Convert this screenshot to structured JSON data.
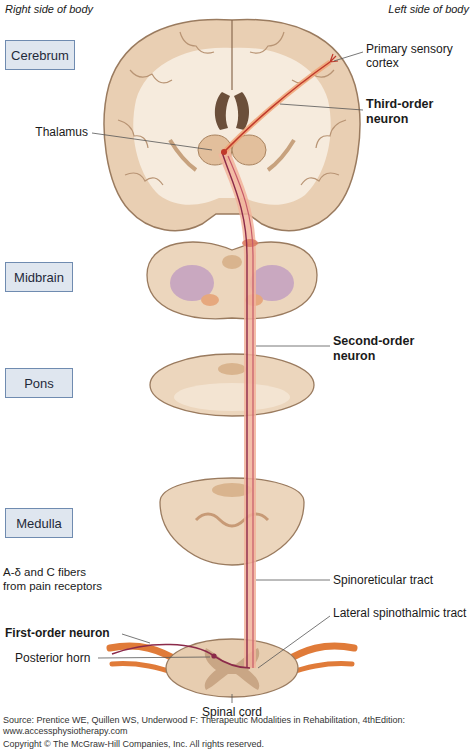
{
  "diagram": {
    "nodes": [
      {
        "text": [
          "Cerebrum"
        ]
      },
      {
        "text": [
          "Midbrain"
        ]
      },
      {
        "text": [
          "Pons"
        ]
      },
      {
        "text": [
          "Medulla"
        ]
      }
    ],
    "labels": [
      "Right side of body",
      "Left side of body",
      "Primary sensory cortex",
      "Third-order neuron",
      "Thalamus",
      "Second-order neuron",
      "A-δ and C fibers from pain receptors",
      "First-order neuron",
      "Posterior horn",
      "Spinoreticular tract",
      "Lateral spinothalmic tract",
      "Spinal cord",
      "Source: Prentice WE, Quillen WS, Underwood F: Therapeutic Modalities in Rehabilitation, 4thEdition: www.accessphysiotherapy.com",
      "Copyright © The McGraw-Hill Companies, Inc. All rights reserved."
    ]
  }
}
